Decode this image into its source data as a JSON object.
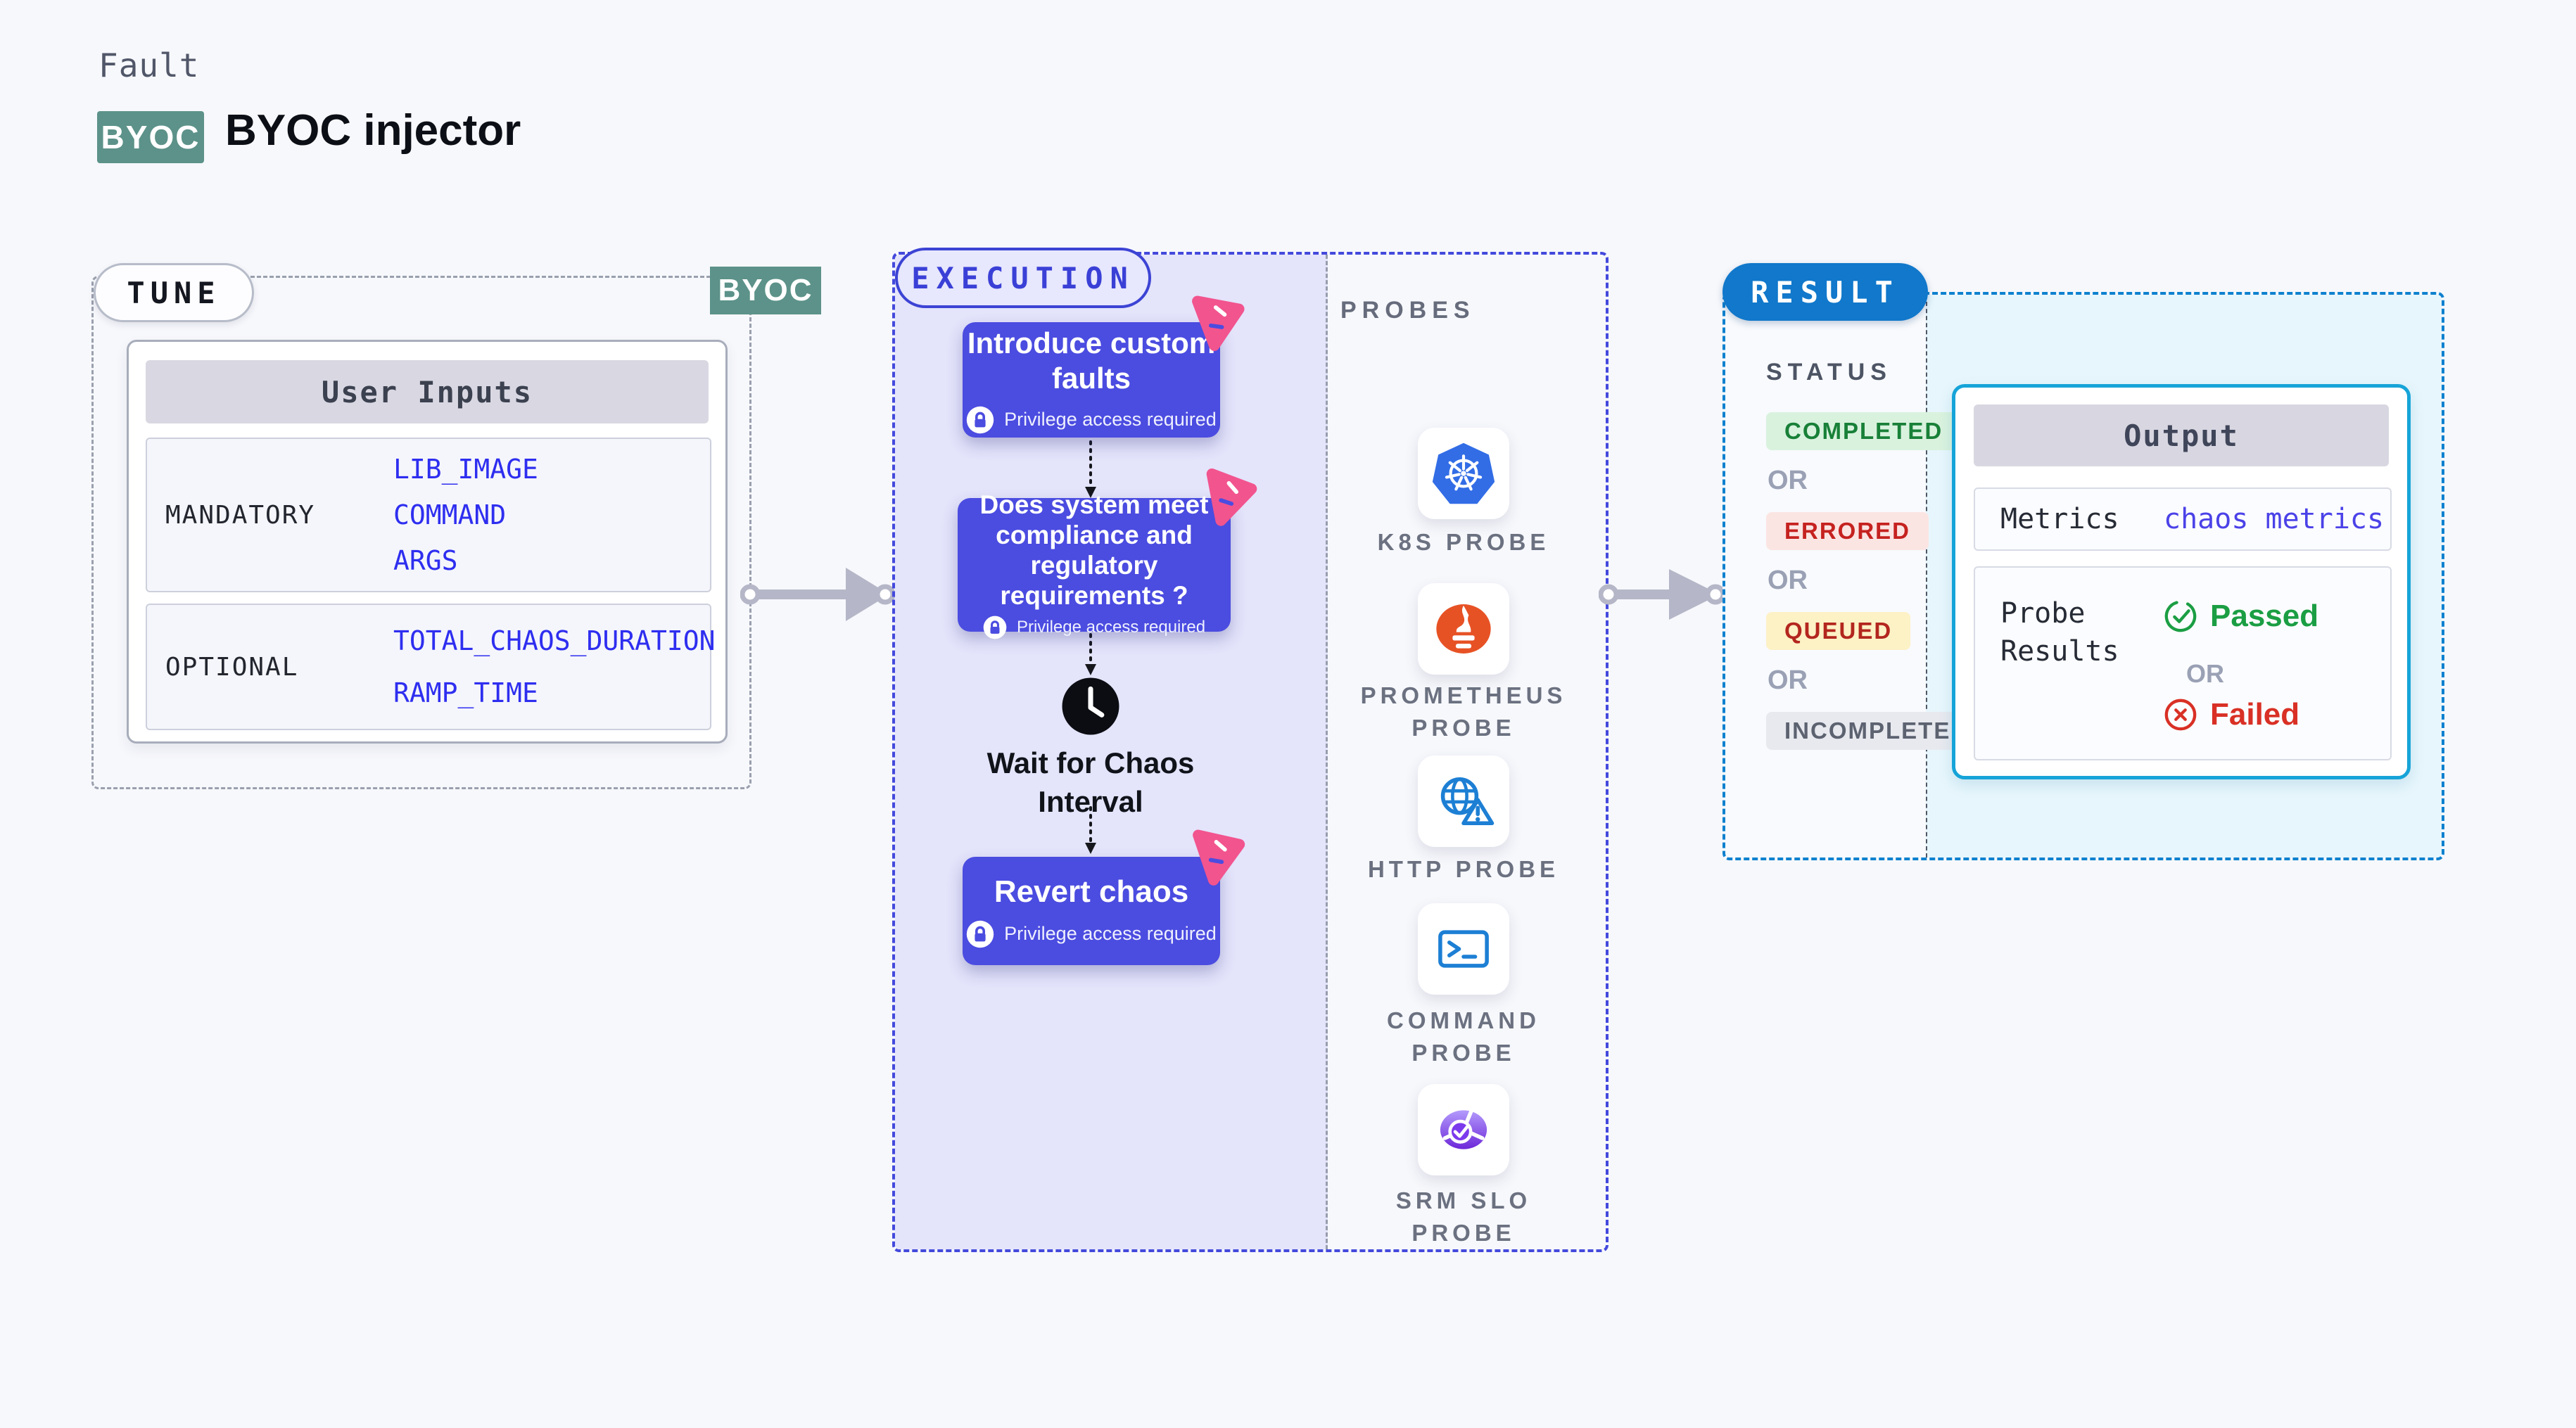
{
  "header": {
    "kicker": "Fault",
    "badge": "BYOC",
    "title": "BYOC injector"
  },
  "tune": {
    "pill": "TUNE",
    "corner_tag": "BYOC",
    "card": {
      "title": "User Inputs",
      "rows": [
        {
          "label": "MANDATORY",
          "values": [
            "LIB_IMAGE",
            "COMMAND",
            "ARGS"
          ]
        },
        {
          "label": "OPTIONAL",
          "values": [
            "TOTAL_CHAOS_DURATION",
            "RAMP_TIME"
          ]
        }
      ]
    }
  },
  "execution": {
    "pill": "EXECUTION",
    "nodes": {
      "introduce": {
        "title": "Introduce custom\nfaults",
        "note": "Privilege access required"
      },
      "compliance": {
        "title": "Does system meet\ncompliance and\nregulatory\nrequirements ?",
        "note": "Privilege access required"
      },
      "revert": {
        "title": "Revert chaos",
        "note": "Privilege access required"
      }
    },
    "wait": "Wait for Chaos\nInterval"
  },
  "probes": {
    "heading": "PROBES",
    "items": [
      {
        "icon": "kubernetes-icon",
        "label": "K8S PROBE"
      },
      {
        "icon": "prometheus-icon",
        "label": "PROMETHEUS\nPROBE"
      },
      {
        "icon": "http-globe-icon",
        "label": "HTTP PROBE"
      },
      {
        "icon": "terminal-icon",
        "label": "COMMAND\nPROBE"
      },
      {
        "icon": "srm-slo-icon",
        "label": "SRM SLO\nPROBE"
      }
    ]
  },
  "result": {
    "pill": "RESULT",
    "status_heading": "STATUS",
    "or": "OR",
    "statuses": [
      "COMPLETED",
      "ERRORED",
      "QUEUED",
      "INCOMPLETED"
    ],
    "output": {
      "title": "Output",
      "metrics_label": "Metrics",
      "metrics_value": "chaos metrics",
      "probe_results_label": "Probe\nResults",
      "passed": "Passed",
      "or": "OR",
      "failed": "Failed"
    }
  },
  "colors": {
    "node_indigo": "#4b4ce0",
    "execution_border": "#4349dc",
    "execution_fill": "#e4e4fb",
    "teal_badge": "#5c9289",
    "result_pill_blue": "#1178cb",
    "result_border_blue": "#0e81cf",
    "output_border_cyan": "#16a4d8",
    "output_fill_cyan": "#e7f6fc",
    "pink_marker": "#f2548e",
    "value_indigo": "#2e2ef0",
    "status_completed_fg": "#188038",
    "status_completed_bg": "#d9f2de",
    "status_errored_fg": "#c5221f",
    "status_errored_bg": "#fbe5e3",
    "status_queued_fg": "#b3261e",
    "status_queued_bg": "#fdf1c6",
    "status_incompleted_fg": "#5c6270",
    "status_incompleted_bg": "#e8e9ef",
    "passed_green": "#1b9e43",
    "failed_red": "#d93025",
    "arrow_grey": "#b5b7c8"
  }
}
